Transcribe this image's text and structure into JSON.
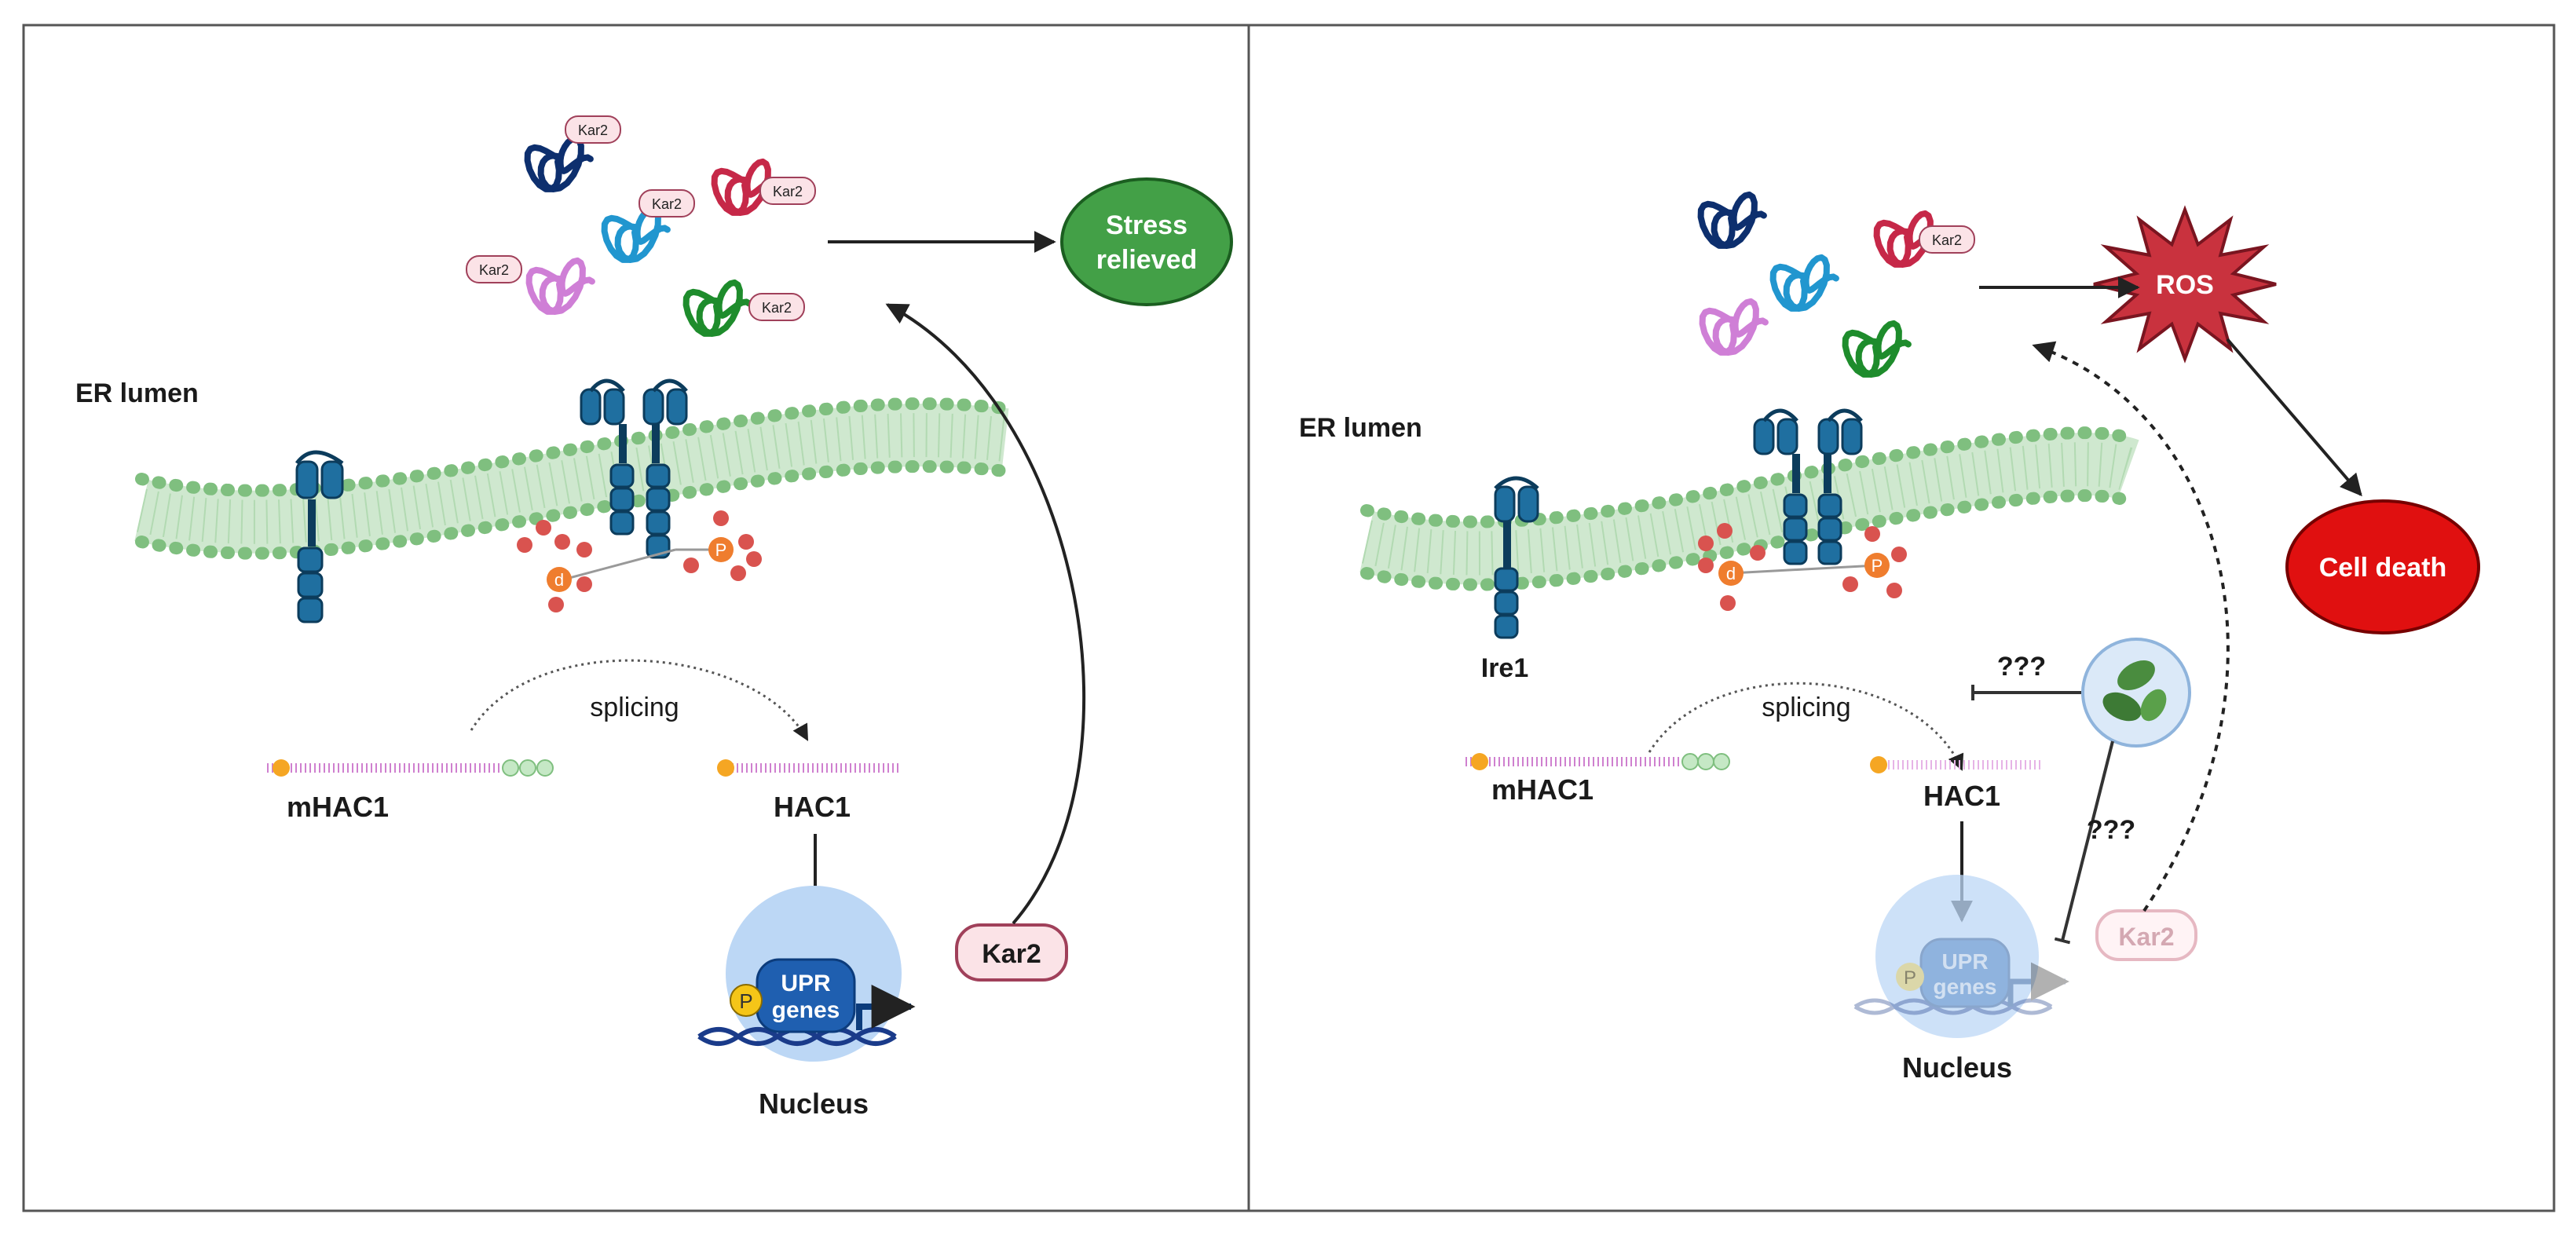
{
  "left_panel": {
    "er_lumen": "ER lumen",
    "chaperone_tags": [
      "Kar2",
      "Kar2",
      "Kar2",
      "Kar2",
      "Kar2"
    ],
    "outcome": {
      "line1": "Stress",
      "line2": "relieved",
      "color": "#43a047"
    },
    "splicing": "splicing",
    "mrna": "mHAC1",
    "spliced": "HAC1",
    "upr": {
      "line1": "UPR",
      "line2": "genes"
    },
    "phospho": "P",
    "nucleus": "Nucleus",
    "kar2": "Kar2"
  },
  "right_panel": {
    "er_lumen": "ER lumen",
    "sensor": "Ire1",
    "chaperone_tags": [
      "Kar2"
    ],
    "ros": {
      "label": "ROS",
      "color": "#c9323e"
    },
    "cell_death": {
      "label": "Cell death",
      "color": "#e01010"
    },
    "splicing": "splicing",
    "mrna": "mHAC1",
    "spliced": "HAC1",
    "inhibit_1": "???",
    "inhibit_2": "???",
    "upr": {
      "line1": "UPR",
      "line2": "genes"
    },
    "phospho": "P",
    "nucleus": "Nucleus",
    "kar2": "Kar2"
  },
  "colors": {
    "membrane": "#7fbf7f",
    "ire1": "#1f6fa0",
    "nucleus": "#bcd7f5",
    "protein_navy": "#0d2f6e",
    "protein_cyan": "#2196cf",
    "protein_pink": "#c62848",
    "protein_violet": "#cf7fd6",
    "protein_green": "#1e8c2c",
    "kar2_fill": "#fbe3e7",
    "kar2_stroke": "#a0405a"
  }
}
